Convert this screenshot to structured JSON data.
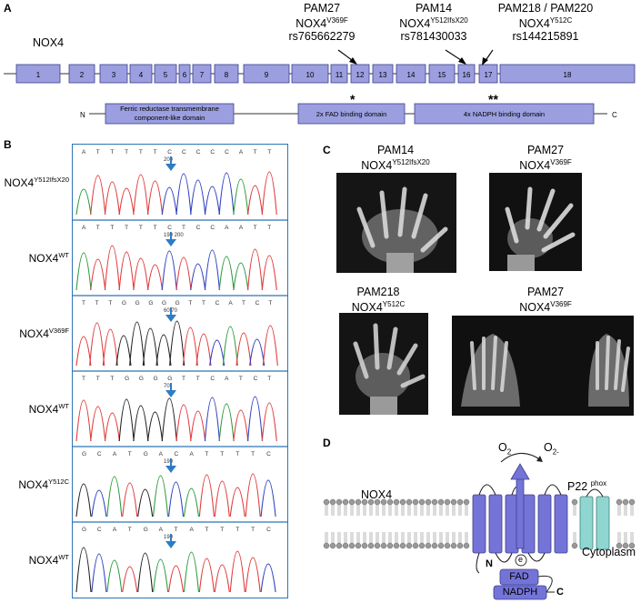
{
  "panelA": {
    "label": "A",
    "gene": "NOX4",
    "variant_labels": [
      {
        "id": "PAM27",
        "protein": "NOX4",
        "sup": "V369F",
        "rs": "rs765662279"
      },
      {
        "id": "PAM14",
        "protein": "NOX4",
        "sup": "Y512IfsX20",
        "rs": "rs781430033"
      },
      {
        "id": "PAM218 / PAM220",
        "protein": "NOX4",
        "sup": "Y512C",
        "rs": "rs144215891"
      }
    ],
    "exons": [
      "1",
      "2",
      "3",
      "4",
      "5",
      "6",
      "7",
      "8",
      "9",
      "10",
      "11",
      "12",
      "13",
      "14",
      "15",
      "16",
      "17",
      "18"
    ],
    "star_single": "*",
    "star_double": "**",
    "domains": [
      "Ferric reductase transmembrane component-like domain",
      "2x FAD binding domain",
      "4x NADPH binding domain"
    ],
    "n_label": "N",
    "c_label": "C"
  },
  "panelB": {
    "label": "B",
    "traces": [
      {
        "gene": "NOX4",
        "sup": "Y512IfsX20",
        "bases": "ATTTTTCCCCCATT",
        "num": "200"
      },
      {
        "gene": "NOX4",
        "sup": "WT",
        "bases": "ATTTTTCTCCAATT",
        "num": "190 200"
      },
      {
        "gene": "NOX4",
        "sup": "V369F",
        "bases": "TTTGGGGGTTCATCT",
        "num": "60 70"
      },
      {
        "gene": "NOX4",
        "sup": "WT",
        "bases": "TTTGGGGTTCATCT",
        "num": "70"
      },
      {
        "gene": "NOX4",
        "sup": "Y512C",
        "bases": "GCATGACATTTTC",
        "num": "190"
      },
      {
        "gene": "NOX4",
        "sup": "WT",
        "bases": "GCATGATATTTTC",
        "num": "190"
      }
    ]
  },
  "panelC": {
    "label": "C",
    "images": [
      {
        "id": "PAM14",
        "protein": "NOX4",
        "sup": "Y512IfsX20"
      },
      {
        "id": "PAM27",
        "protein": "NOX4",
        "sup": "V369F"
      },
      {
        "id": "PAM218",
        "protein": "NOX4",
        "sup": "Y512C"
      },
      {
        "id": "PAM27",
        "protein": "NOX4",
        "sup": "V369F"
      }
    ]
  },
  "panelD": {
    "label": "D",
    "o2": "O",
    "o2_sub": "2",
    "o2minus": "O",
    "o2minus_sub": "2-",
    "nox4": "NOX4",
    "p22": "P22",
    "p22_sup": "phox",
    "cytoplasm": "Cytoplasm",
    "electron": "e",
    "fad": "FAD",
    "nadph": "NADPH",
    "n": "N",
    "c": "C"
  },
  "colors": {
    "exon_fill": "#9b9fe0",
    "exon_stroke": "#3d3f8a",
    "panel_border": "#2e74b5",
    "arrow_blue": "#2e7cc4",
    "helix": "#7474d8",
    "p22_fill": "#8fd6d0"
  }
}
